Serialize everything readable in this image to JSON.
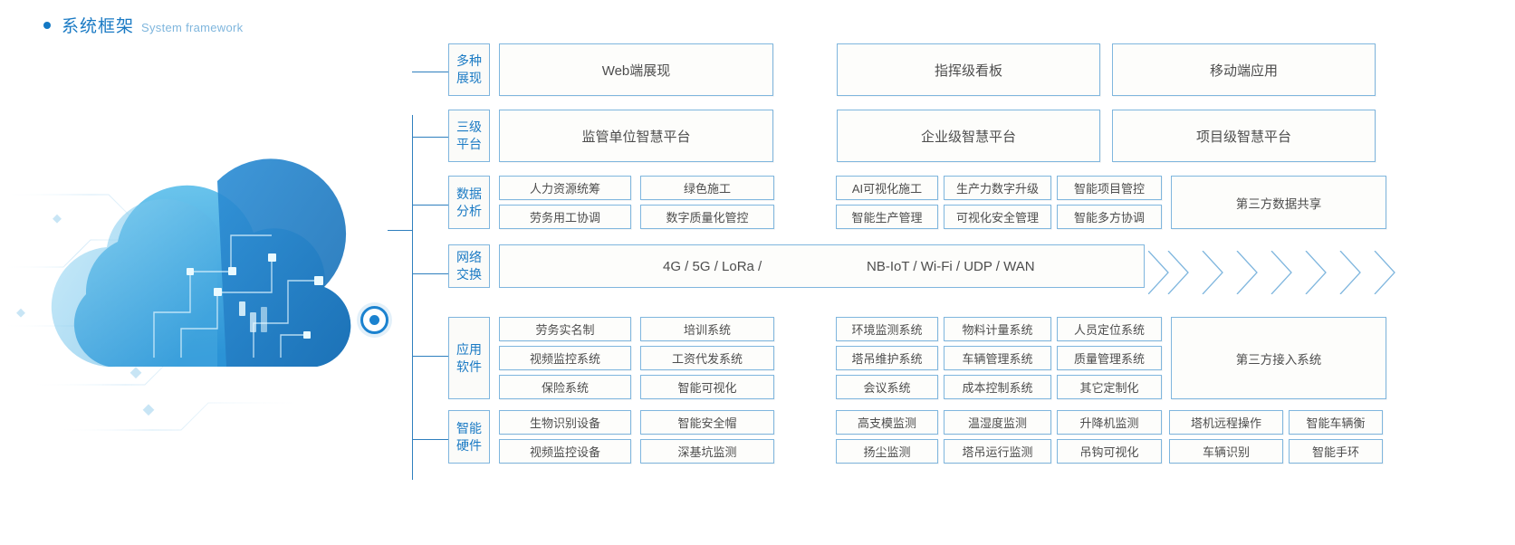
{
  "header": {
    "bullet": "bullet-dot",
    "title_cn": "系统框架",
    "title_en": "System framework"
  },
  "artwork": {
    "name": "cloud-illustration",
    "hub_label": "cloud-hub-node"
  },
  "rows": [
    {
      "id": "presentation",
      "category": [
        "多种",
        "展现"
      ],
      "boxes": [
        "Web端展现",
        "指挥级看板",
        "移动端应用"
      ]
    },
    {
      "id": "three-tier-platform",
      "category": [
        "三级",
        "平台"
      ],
      "boxes": [
        "监管单位智慧平台",
        "企业级智慧平台",
        "项目级智慧平台"
      ]
    },
    {
      "id": "data-analysis",
      "category": [
        "数据",
        "分析"
      ],
      "left": [
        [
          "人力资源统筹",
          "绿色施工"
        ],
        [
          "劳务用工协调",
          "数字质量化管控"
        ]
      ],
      "right": [
        [
          "AI可视化施工",
          "生产力数字升级",
          "智能项目管控"
        ],
        [
          "智能生产管理",
          "可视化安全管理",
          "智能多方协调"
        ]
      ],
      "aside": "第三方数据共享"
    },
    {
      "id": "network-exchange",
      "category": [
        "网络",
        "交换"
      ],
      "bar_text_1": "4G / 5G / LoRa /",
      "bar_text_2": "NB-IoT / Wi-Fi / UDP / WAN",
      "chevrons": 7
    },
    {
      "id": "application-software",
      "category": [
        "应用",
        "软件"
      ],
      "left": [
        [
          "劳务实名制",
          "培训系统"
        ],
        [
          "视频监控系统",
          "工资代发系统"
        ],
        [
          "保险系统",
          "智能可视化"
        ]
      ],
      "right": [
        [
          "环境监测系统",
          "物料计量系统",
          "人员定位系统"
        ],
        [
          "塔吊维护系统",
          "车辆管理系统",
          "质量管理系统"
        ],
        [
          "会议系统",
          "成本控制系统",
          "其它定制化"
        ]
      ],
      "aside": "第三方接入系统"
    },
    {
      "id": "smart-hardware",
      "category": [
        "智能",
        "硬件"
      ],
      "left": [
        [
          "生物识别设备",
          "智能安全帽"
        ],
        [
          "视频监控设备",
          "深基坑监测"
        ]
      ],
      "right": [
        [
          "高支模监测",
          "温湿度监测",
          "升降机监测"
        ],
        [
          "扬尘监测",
          "塔吊运行监测",
          "吊钩可视化"
        ]
      ],
      "far": [
        [
          "塔机远程操作",
          "智能车辆衡"
        ],
        [
          "车辆识别",
          "智能手环"
        ]
      ]
    }
  ],
  "colors": {
    "accent": "#1a7ac4",
    "border": "#7fb6de",
    "text": "#4d4d4d",
    "subtle": "#7fb6dd",
    "box_bg": "#fdfdfb"
  }
}
